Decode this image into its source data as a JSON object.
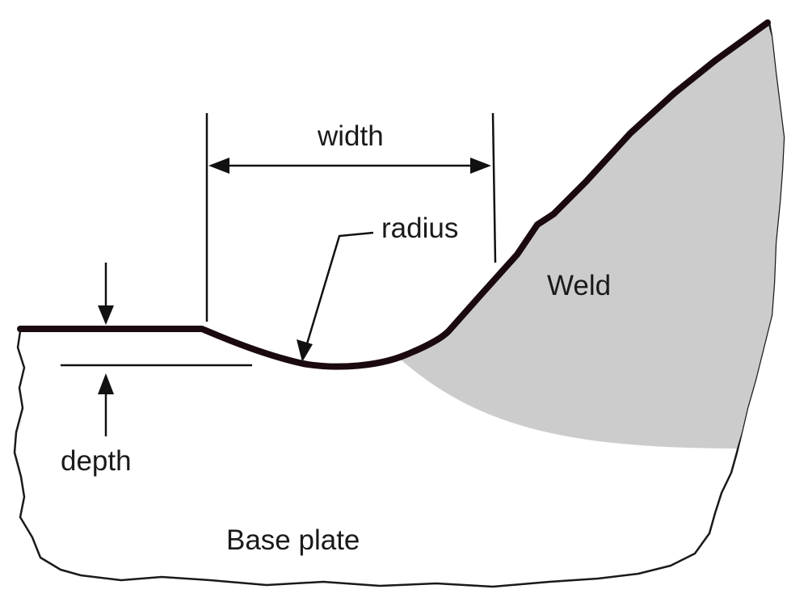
{
  "labels": {
    "width": "width",
    "radius": "radius",
    "weld": "Weld",
    "depth": "depth",
    "base_plate": "Base plate"
  },
  "colors": {
    "weld_fill": "#cccccc",
    "profile_line": "#1a0a10",
    "outline": "#1a1a1a",
    "background": "#ffffff"
  }
}
